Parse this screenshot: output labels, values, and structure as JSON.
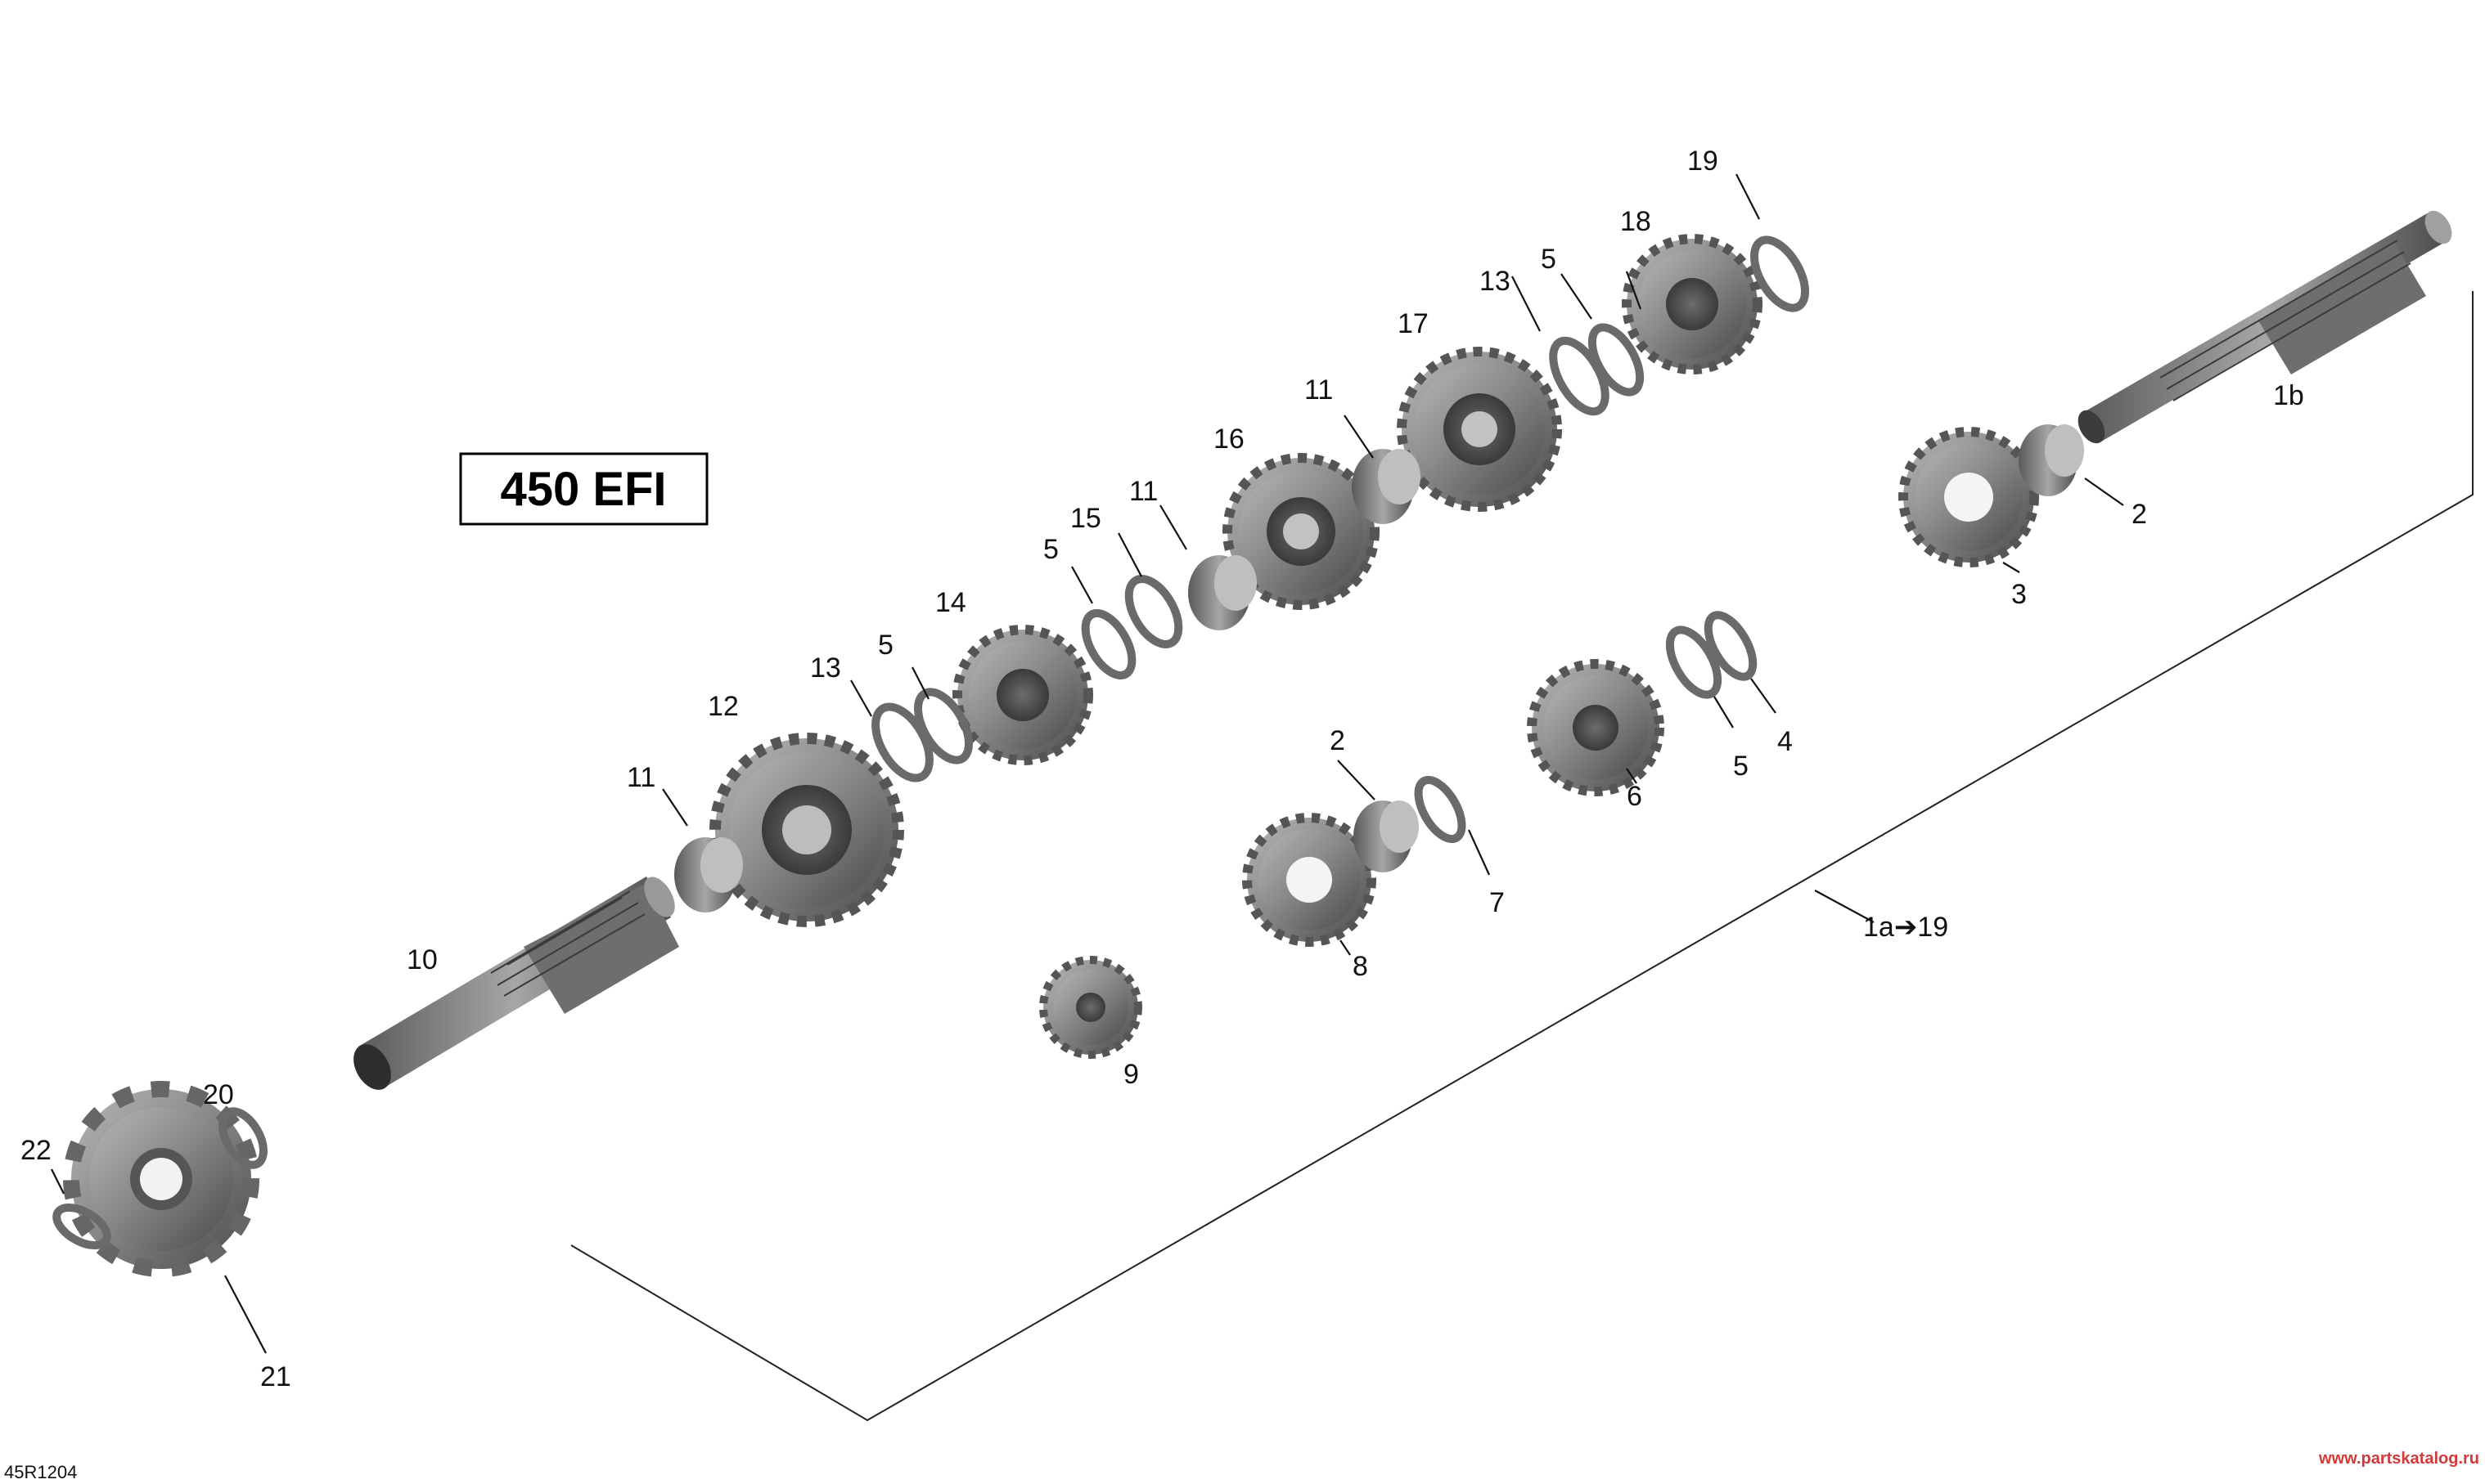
{
  "badge": "450 EFI",
  "diagram_code": "45R1204",
  "watermark": "www.partskatalog.ru",
  "callouts": {
    "c1ab": "1a➔19",
    "c1b": "1b",
    "c2a": "2",
    "c2b": "2",
    "c3": "3",
    "c4": "4",
    "c5a": "5",
    "c5b": "5",
    "c5c": "5",
    "c5d": "5",
    "c6": "6",
    "c7": "7",
    "c8": "8",
    "c9": "9",
    "c10": "10",
    "c11a": "11",
    "c11b": "11",
    "c11c": "11",
    "c12": "12",
    "c13a": "13",
    "c13b": "13",
    "c14": "14",
    "c15": "15",
    "c16": "16",
    "c17": "17",
    "c18": "18",
    "c19": "19",
    "c20": "20",
    "c21": "21",
    "c22": "22"
  },
  "parts": [
    {
      "id": "shaft-output",
      "name": "shaft",
      "icon": "splined-shaft-icon"
    },
    {
      "id": "shaft-input",
      "name": "shaft",
      "icon": "splined-shaft-icon"
    },
    {
      "id": "gear",
      "icon": "spur-gear-icon"
    },
    {
      "id": "bushing",
      "icon": "bushing-icon"
    },
    {
      "id": "washer",
      "icon": "washer-icon"
    },
    {
      "id": "sprocket",
      "icon": "sprocket-icon"
    }
  ]
}
